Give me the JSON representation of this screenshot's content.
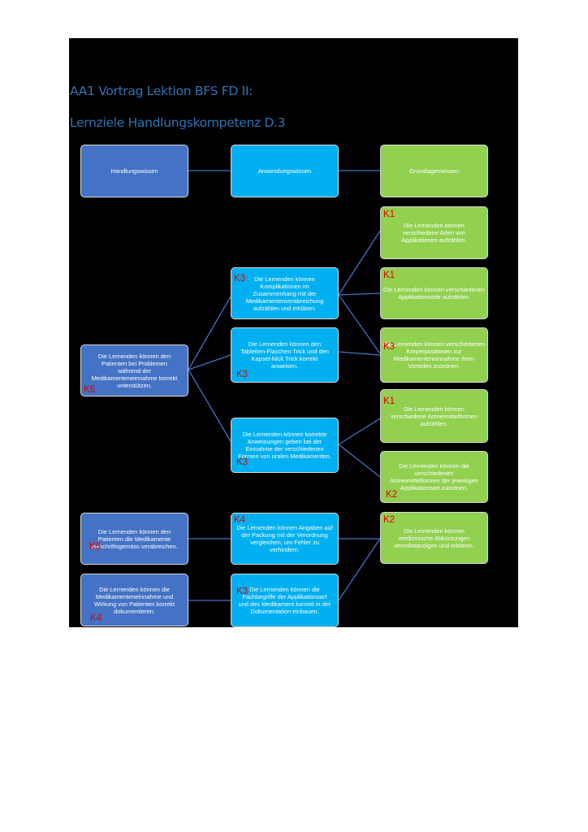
{
  "title_line1": "AA1 Vortrag Lektion BFS FD II:",
  "title_line2": "Lernziele Handlungskompetenz D.3",
  "colors": {
    "background": "#000000",
    "title": "#2e75b6",
    "handlungswissen": "#4472c4",
    "anwendungswissen": "#00b0f0",
    "grundlagenwissen": "#92d050",
    "level_label": "#e00000",
    "connector": "#4472c4"
  },
  "headers": {
    "handlungswissen": "Handlungswissen",
    "anwendungswissen": "Anwendungswissen",
    "grundlagenwissen": "Grundlagenwissen"
  },
  "nodes": {
    "h1": {
      "text": "Die Lernenden können den Patienten bei Problemen während der Medikamenteneinnahme korrekt unterstützen.",
      "level": "K5"
    },
    "h2": {
      "text": "Die Lernenden können den Patienten die Medikamente vorschriftsgemäss verabreichen.",
      "level": "K5"
    },
    "h3": {
      "text": "Die Lernenden können die Medikamenteneinnahme und Wirkung von Patienten korrekt dokumentieren.",
      "level": "K4"
    },
    "a1": {
      "text": "Die Lernenden können Komplikationen im Zusammenhang mit der Medikamentenverabreichung aufzählen und erklären.",
      "level": "K3"
    },
    "a2": {
      "text": "Die Lernenden können den Tabletten-Flaschen Trick und den Kapsel-Nick Trick korrekt anweisen.",
      "level": "K3"
    },
    "a3": {
      "text": "Die Lernenden können korrekte Anweisungen geben bei der Einnahme der verschiedenen Formen von oralen Medikamenten.",
      "level": "K3"
    },
    "a4": {
      "text": "Die Lernenden können Angaben auf der Packung mit der Verordnung vergleichen, um Fehler zu verhindern.",
      "level": "K4"
    },
    "a5": {
      "text": "Die Lernenden können die Fachbegriffe der Applikationsart und des Medikament korrekt in der Dokumentation einbauen.",
      "level": "K3"
    },
    "g1": {
      "text": "Die Lernenden können verschiedene Arten von Applikationen aufzählen.",
      "level": "K1"
    },
    "g2": {
      "text": "Die Lernenden können verschiedenen Applikationsorte aufzählen.",
      "level": "K1"
    },
    "g3": {
      "text": "Die Lernenden können verschiedenen Körperpositionen zur Medikamenteneinnahme ihren Vorteilen zuordnen.",
      "level": "K3"
    },
    "g4": {
      "text": "Die Lernenden können verschiedene Arzneimittelformen aufzählen.",
      "level": "K1"
    },
    "g5": {
      "text": "Die Lernenden können die verschiedenen Arzneimittelfomren der jeweiligen Applikationsart zuordnen.",
      "level": "K2"
    },
    "g6": {
      "text": "Die Lernenden können medizinische Abkürzungen vervollständigen und erklären.",
      "level": "K2"
    }
  }
}
